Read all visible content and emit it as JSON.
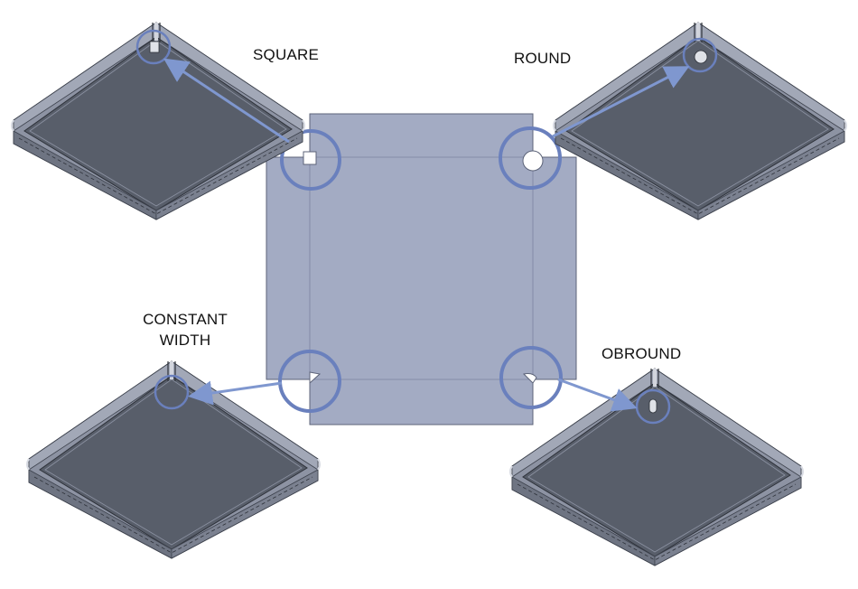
{
  "labels": {
    "square": "SQUARE",
    "round": "ROUND",
    "constant_line1": "CONSTANT",
    "constant_line2": "WIDTH",
    "obround": "OBROUND"
  },
  "colors": {
    "flat_pattern_fill": "#a3abc3",
    "flat_pattern_stroke": "#5c6378",
    "highlight_circle": "#6a80bd",
    "leader_arrow": "#7f97cf",
    "box_top_face": "#575d69",
    "box_flange": "#8990a1",
    "box_edge_highlight": "#b8bdca",
    "label_text": "#111111"
  }
}
